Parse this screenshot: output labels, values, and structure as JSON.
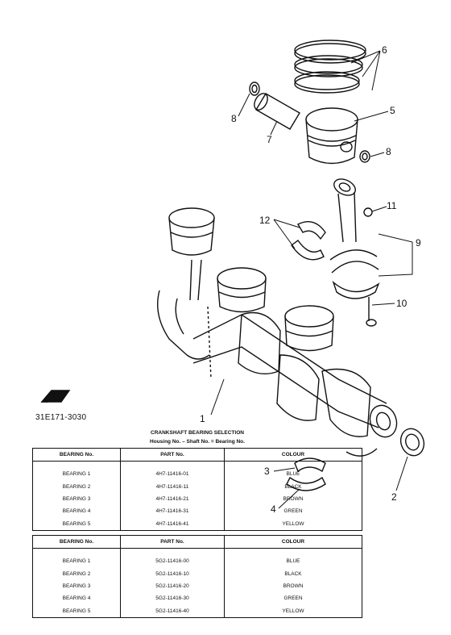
{
  "callouts": [
    {
      "id": "c6",
      "text": "6"
    },
    {
      "id": "c5",
      "text": "5"
    },
    {
      "id": "c8a",
      "text": "8"
    },
    {
      "id": "c7",
      "text": "7"
    },
    {
      "id": "c8b",
      "text": "8"
    },
    {
      "id": "c11",
      "text": "11"
    },
    {
      "id": "c12",
      "text": "12"
    },
    {
      "id": "c9",
      "text": "9"
    },
    {
      "id": "c10",
      "text": "10"
    },
    {
      "id": "c1",
      "text": "1"
    },
    {
      "id": "c3",
      "text": "3"
    },
    {
      "id": "c2",
      "text": "2"
    },
    {
      "id": "c4",
      "text": "4"
    }
  ],
  "drawing_number": "31E171-3030",
  "selection": {
    "title": "CRANKSHAFT BEARING SELECTION",
    "formula": "Housing No. – Shaft No. = Bearing No."
  },
  "table1": {
    "headers": [
      "BEARING No.",
      "PART No.",
      "COLOUR"
    ],
    "rows": [
      [
        "BEARING  1",
        "4H7-11416-01",
        "BLUE"
      ],
      [
        "BEARING  2",
        "4H7-11416-11",
        "BLACK"
      ],
      [
        "BEARING  3",
        "4H7-11416-21",
        "BROWN"
      ],
      [
        "BEARING  4",
        "4H7-11416-31",
        "GREEN"
      ],
      [
        "BEARING  5",
        "4H7-11416-41",
        "YELLOW"
      ]
    ]
  },
  "table2": {
    "headers": [
      "BEARING No.",
      "PART No.",
      "COLOUR"
    ],
    "rows": [
      [
        "BEARING 1",
        "5G2-11416-00",
        "BLUE"
      ],
      [
        "BEARING 2",
        "5G2-11416-10",
        "BLACK"
      ],
      [
        "BEARING 3",
        "5G2-11416-20",
        "BROWN"
      ],
      [
        "BEARING 4",
        "5G2-11416-30",
        "GREEN"
      ],
      [
        "BEARING 5",
        "5G2-11416-40",
        "YELLOW"
      ]
    ]
  }
}
